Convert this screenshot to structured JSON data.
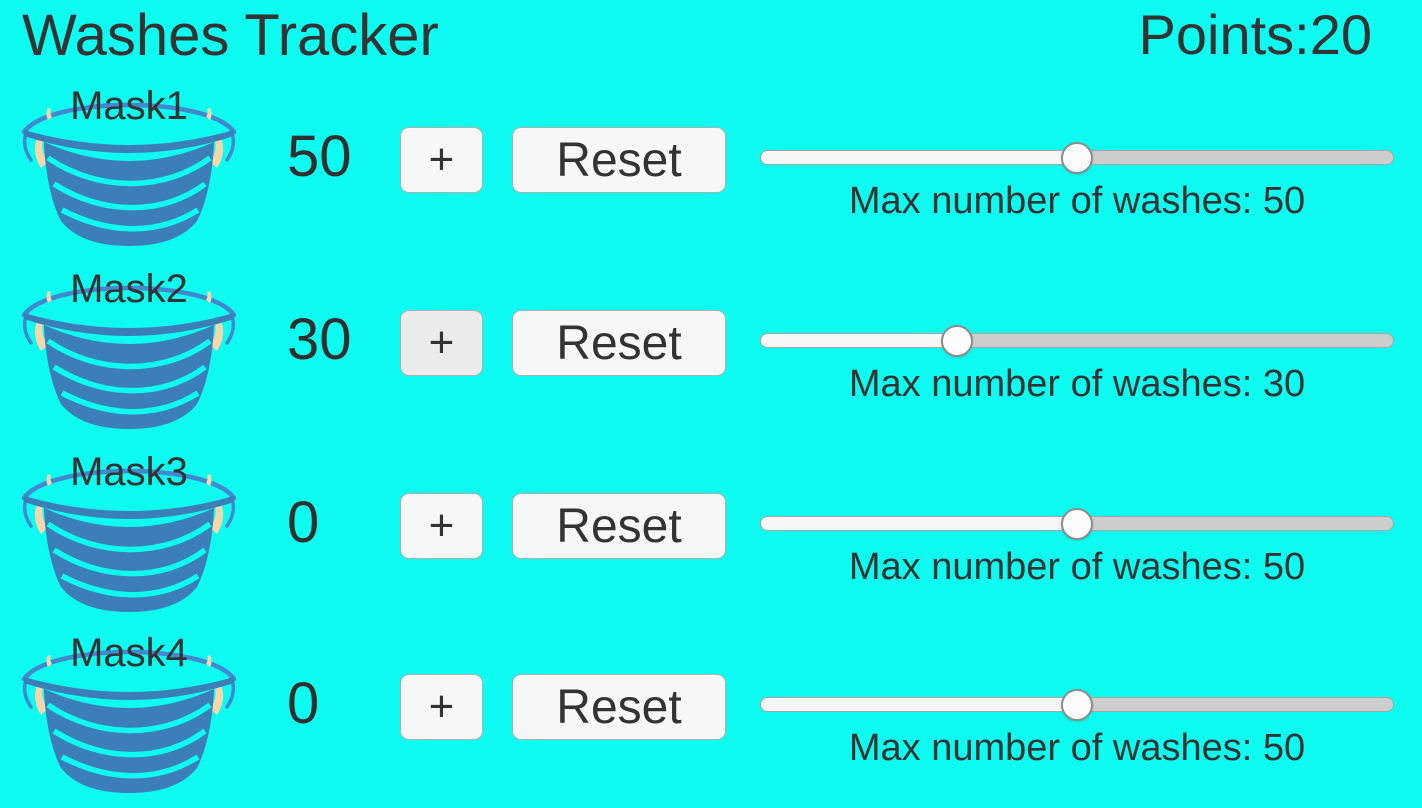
{
  "header": {
    "title": "Washes Tracker",
    "points_label": "Points:",
    "points_value": "20"
  },
  "colors": {
    "background": "#0dfbf0",
    "text": "#333333",
    "mask_body_blue": "#3b7eb8",
    "mask_strap_blue": "#4189cf",
    "mask_tie_peach": "#f5d7ab",
    "button_background": "#f7f7f7",
    "slider_track_gray": "#cdcdcd",
    "slider_fill_white": "#f6f6f6",
    "slider_thumb_white": "#fcfcfc"
  },
  "rows": [
    {
      "mask_label": "Mask1",
      "count": "50",
      "plus_label": "+",
      "reset_label": "Reset",
      "slider_value": 50,
      "max_label": "Max number of washes: 50"
    },
    {
      "mask_label": "Mask2",
      "count": "30",
      "plus_label": "+",
      "reset_label": "Reset",
      "slider_value": 31,
      "max_label": "Max number of washes: 30"
    },
    {
      "mask_label": "Mask3",
      "count": "0",
      "plus_label": "+",
      "reset_label": "Reset",
      "slider_value": 50,
      "max_label": "Max number of washes: 50"
    },
    {
      "mask_label": "Mask4",
      "count": "0",
      "plus_label": "+",
      "reset_label": "Reset",
      "slider_value": 50,
      "max_label": "Max number of washes: 50"
    }
  ]
}
